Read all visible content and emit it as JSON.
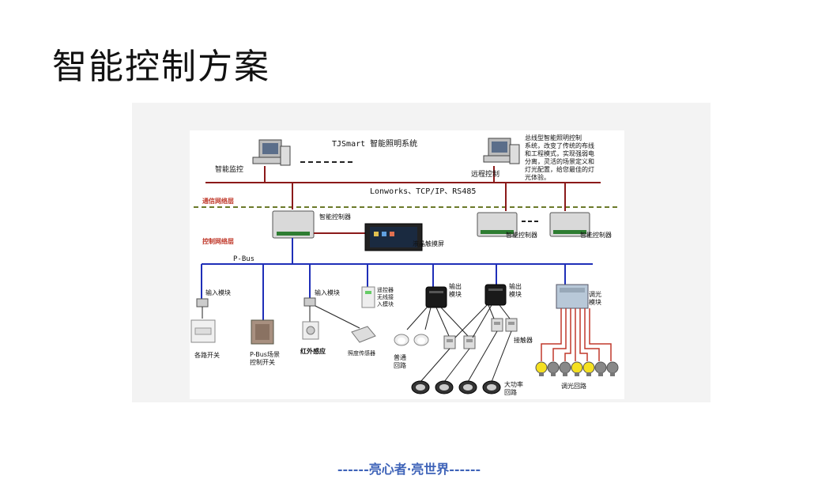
{
  "title": "智能控制方案",
  "footer": "------亮心者·亮世界------",
  "diagram": {
    "system_title": "TJSmart 智能照明系统",
    "monitor_label": "智能监控",
    "remote_label": "远程控制",
    "description": [
      "总线型智能照明控制",
      "系统，改变了传统的布线",
      "和工程模式，实现强弱电",
      "分离，灵活的场景定义和",
      "灯光配置，给您最佳的灯",
      "光体验。"
    ],
    "network_protocols": "Lonworks、TCP/IP、RS485",
    "comm_layer": "通信网络层",
    "control_layer": "控制网络层",
    "controller_label": "智能控制器",
    "lcd_label": "液晶触摸屏",
    "bus_label": "P-Bus",
    "input_module": "输入模块",
    "remote_receiver": [
      "遥控器",
      "无线接",
      "入模块"
    ],
    "output_module": [
      "输出",
      "模块"
    ],
    "dimmer_module": [
      "调光",
      "模块"
    ],
    "switch_label": "各路开关",
    "scene_panel": [
      "P-Bus场景",
      "控制开关"
    ],
    "ir_sensor": "红外感应",
    "lux_sensor": "照度传感器",
    "normal_circuit": [
      "普通",
      "回路"
    ],
    "contactor": "接触器",
    "high_power": [
      "大功率",
      "回路"
    ],
    "dimming_circuit": "调光回路"
  }
}
